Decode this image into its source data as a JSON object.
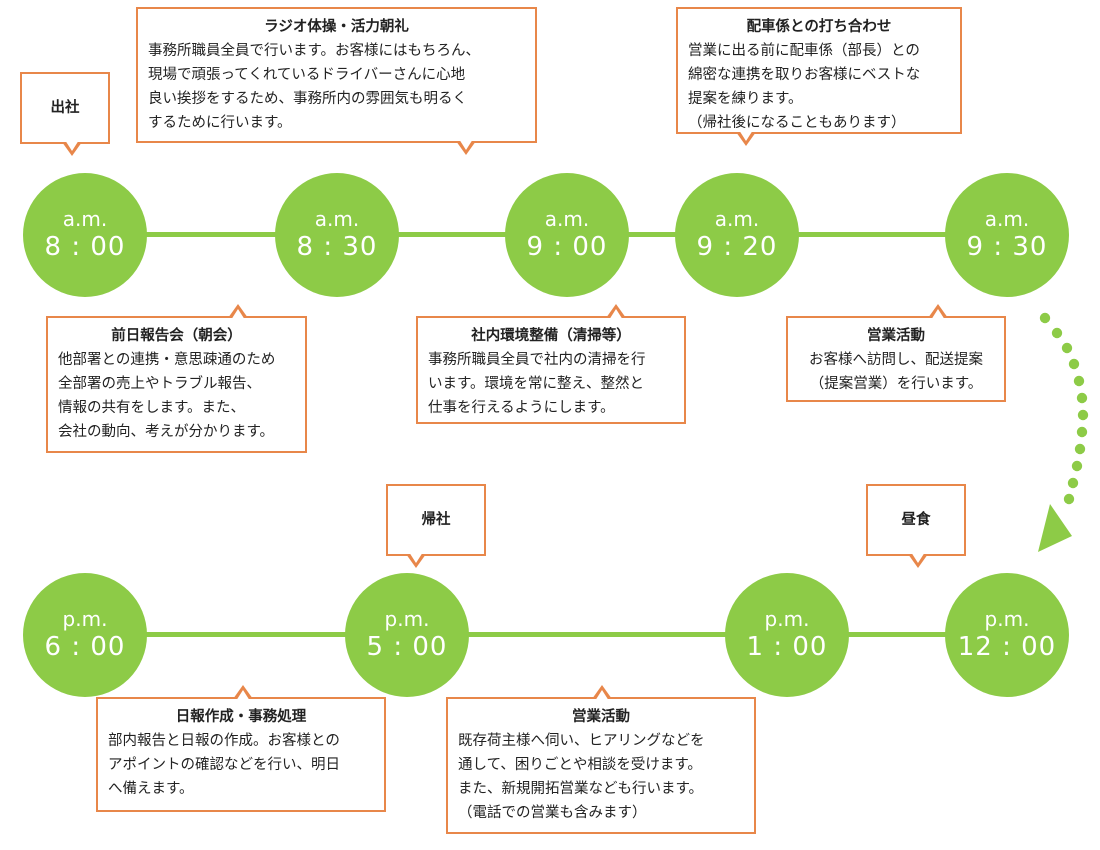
{
  "colors": {
    "accent_green": "#8dcb47",
    "bubble_border": "#e8874a"
  },
  "circles": [
    {
      "ampm": "a.m.",
      "time": "8 : 00"
    },
    {
      "ampm": "a.m.",
      "time": "8 : 30"
    },
    {
      "ampm": "a.m.",
      "time": "9 : 00"
    },
    {
      "ampm": "a.m.",
      "time": "9 : 20"
    },
    {
      "ampm": "a.m.",
      "time": "9 : 30"
    },
    {
      "ampm": "p.m.",
      "time": "6 : 00"
    },
    {
      "ampm": "p.m.",
      "time": "5 : 00"
    },
    {
      "ampm": "p.m.",
      "time": "1 : 00"
    },
    {
      "ampm": "p.m.",
      "time": "12 : 00"
    }
  ],
  "bubbles": [
    {
      "label": "出社"
    },
    {
      "title": "ラジオ体操・活力朝礼",
      "body": "事務所職員全員で行います。お客様にはもちろん、\n現場で頑張ってくれているドライバーさんに心地\n良い挨拶をするため、事務所内の雰囲気も明るく\nするために行います。"
    },
    {
      "title": "配車係との打ち合わせ",
      "body": "営業に出る前に配車係（部長）との\n綿密な連携を取りお客様にベストな\n提案を練ります。\n（帰社後になることもあります）"
    },
    {
      "title": "前日報告会（朝会）",
      "body": "他部署との連携・意思疎通のため\n全部署の売上やトラブル報告、\n情報の共有をします。また、\n会社の動向、考えが分かります。"
    },
    {
      "title": "社内環境整備（清掃等）",
      "body": "事務所職員全員で社内の清掃を行\nいます。環境を常に整え、整然と\n仕事を行えるようにします。"
    },
    {
      "title": "営業活動",
      "body": "お客様へ訪問し、配送提案\n（提案営業）を行います。"
    },
    {
      "label": "帰社"
    },
    {
      "label": "昼食"
    },
    {
      "title": "日報作成・事務処理",
      "body": "部内報告と日報の作成。お客様との\nアポイントの確認などを行い、明日\nへ備えます。"
    },
    {
      "title": "営業活動",
      "body": "既存荷主様へ伺い、ヒアリングなどを\n通して、困りごとや相談を受けます。\nまた、新規開拓営業なども行います。\n（電話での営業も含みます）"
    }
  ]
}
